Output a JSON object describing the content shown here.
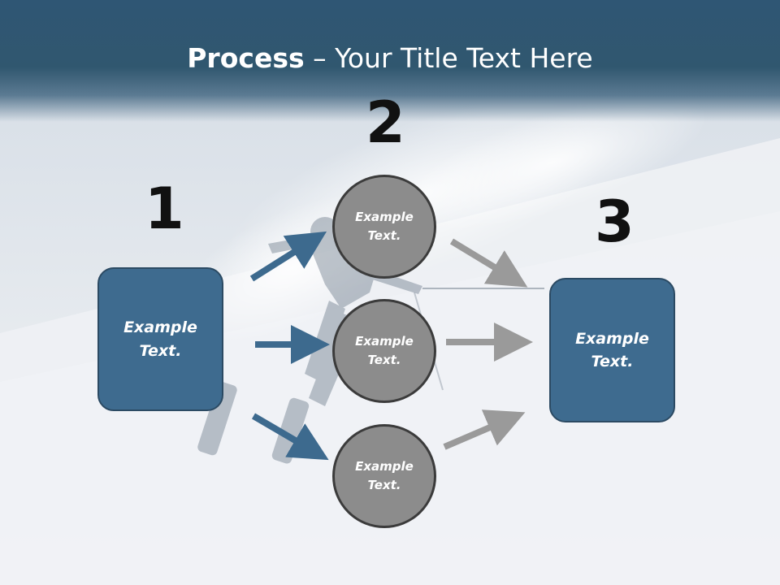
{
  "title": {
    "bold": "Process",
    "rest": " – Your Title Text Here"
  },
  "steps": {
    "one": "1",
    "two": "2",
    "three": "3"
  },
  "left_box": {
    "text": "Example\nText."
  },
  "circles": [
    {
      "text": "Example\nText."
    },
    {
      "text": "Example\nText."
    },
    {
      "text": "Example\nText."
    }
  ],
  "right_box": {
    "text": "Example\nText."
  },
  "colors": {
    "header": "#30576f",
    "box": "#3e6b8f",
    "circle": "#8c8c8c",
    "blue_arrow": "#3d6a8e",
    "gray_arrow": "#9a9a9a"
  }
}
